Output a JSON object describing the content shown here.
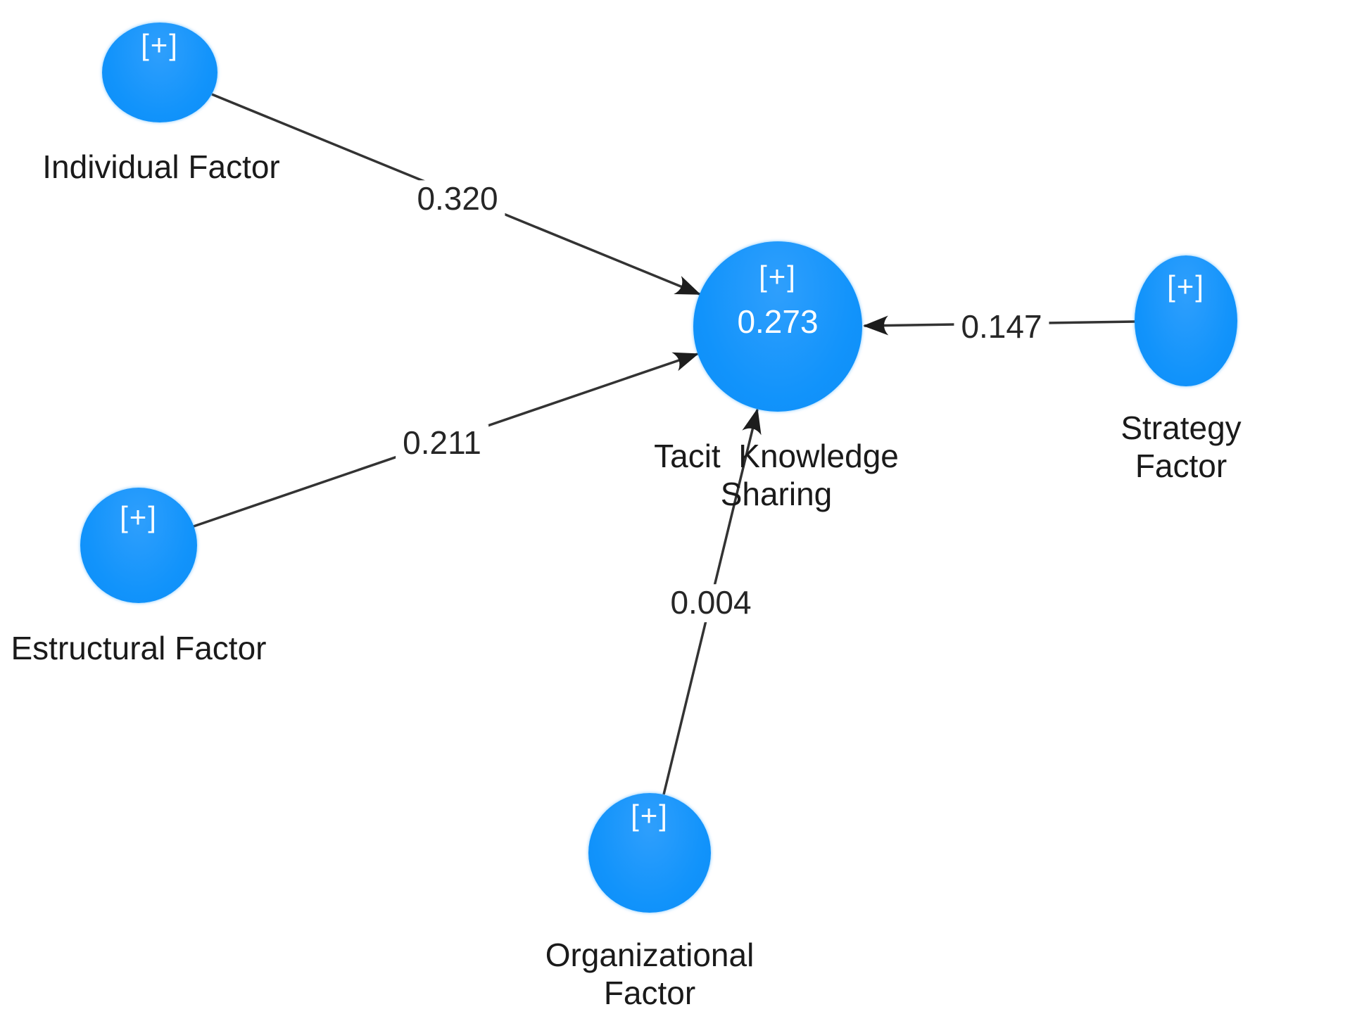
{
  "diagram": {
    "type": "pls-sem-path-model",
    "colors": {
      "node_fill": "#1193fb",
      "node_text": "#ffffff",
      "edge_line": "#333333",
      "caption_text": "#1a1a1a",
      "background": "#ffffff"
    },
    "nodes": {
      "individual": {
        "expand_icon": "[+]",
        "caption": "Individual Factor"
      },
      "estructural": {
        "expand_icon": "[+]",
        "caption": "Estructural Factor"
      },
      "organizational": {
        "expand_icon": "[+]",
        "caption": "Organizational\nFactor"
      },
      "strategy": {
        "expand_icon": "[+]",
        "caption": "Strategy Factor"
      },
      "tacit_knowledge_sharing": {
        "expand_icon": "[+]",
        "value": "0.273",
        "caption": "Tacit  Knowledge\nSharing"
      }
    },
    "path_coefficients": {
      "individual_to_tacit": "0.320",
      "estructural_to_tacit": "0.211",
      "organizational_to_tacit": "0.004",
      "strategy_to_tacit": "0.147"
    }
  }
}
